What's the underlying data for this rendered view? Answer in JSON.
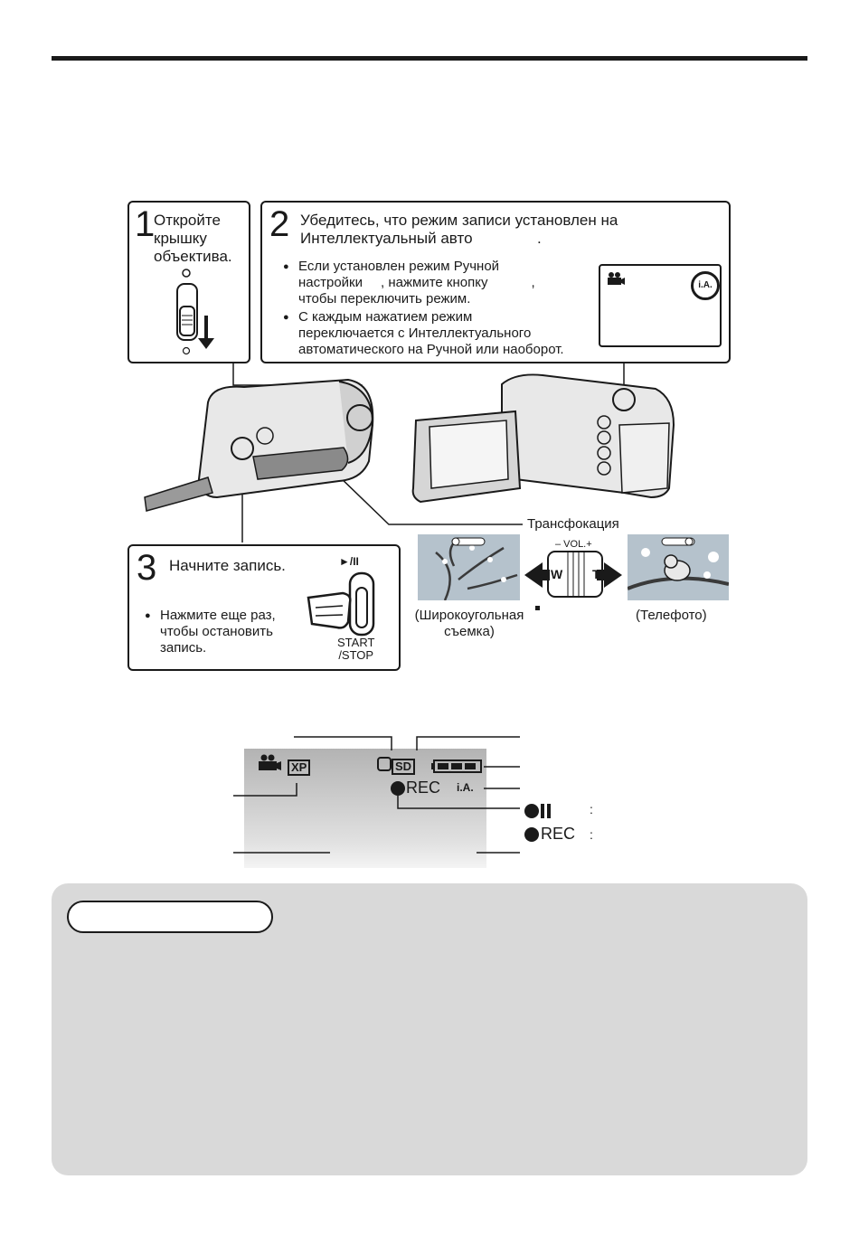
{
  "step1": {
    "number": "1",
    "text_lines": [
      "Откройте",
      "крышку",
      "объектива."
    ]
  },
  "step2": {
    "number": "2",
    "title_lines": [
      "Убедитесь, что режим записи установлен на",
      "Интеллектуальный авто",
      "."
    ],
    "bullet1_lines": [
      "Если установлен режим Ручной",
      "настройки",
      ", нажмите кнопку",
      ",",
      "чтобы переключить режим."
    ],
    "bullet2_lines": [
      "С каждым нажатием режим",
      "переключается с Интеллектуального",
      "автоматического на Ручной или наоборот."
    ],
    "screen_badge": "i.A."
  },
  "step3": {
    "number": "3",
    "title": "Начните запись.",
    "bullet_lines": [
      "Нажмите еще раз,",
      "чтобы остановить",
      "запись."
    ],
    "play_label": "►/II",
    "button_lines": [
      "START",
      "/STOP"
    ]
  },
  "zoom": {
    "label": "Трансфокация",
    "vol_label": "– VOL.+",
    "w": "W",
    "t": "T",
    "wide_lines": [
      "(Широкоугольная",
      "съемка)"
    ],
    "tele": "(Телефото)"
  },
  "display": {
    "quality": "XP",
    "media": "SD",
    "rec": "REC",
    "ia": "i.A.",
    "legend_pause_rec": "REC",
    "colon": ":"
  },
  "colors": {
    "ink": "#1a1a1a",
    "notes_bg": "#d9d9d9",
    "screen_gray": "#bfbfbf"
  }
}
